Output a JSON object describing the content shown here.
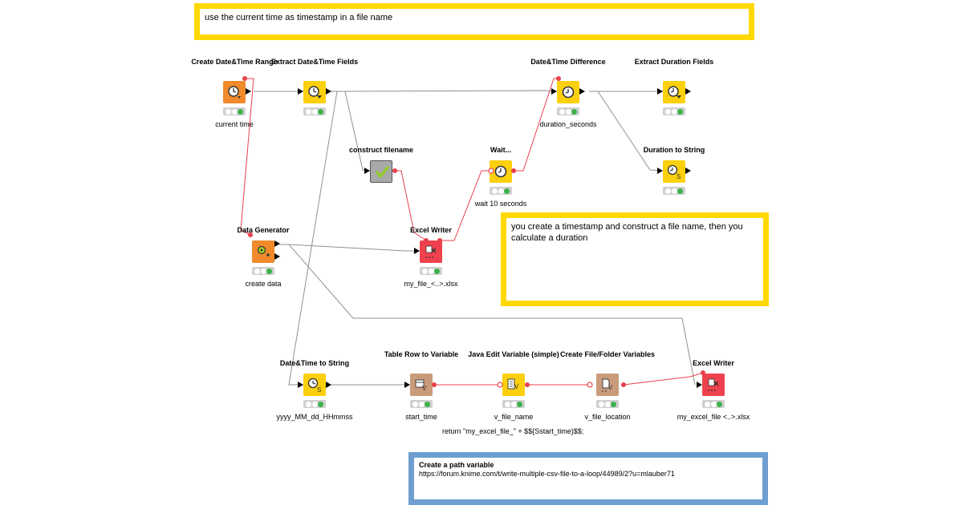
{
  "annotations": {
    "top": "use the current time as timestamp in a file name",
    "middle": "you create a timestamp and construct a file name, then you calculate a duration",
    "bottom_title": "Create a path variable",
    "bottom_url": "https://forum.knime.com/t/write-multiple-csv-file-to-a-loop/44989/2?u=mlauber71"
  },
  "nodes": {
    "create_datetime_range": {
      "title": "Create Date&Time Range",
      "desc": "current time"
    },
    "extract_datetime_fields": {
      "title": "Extract Date&Time Fields",
      "desc": ""
    },
    "datetime_difference": {
      "title": "Date&Time Difference",
      "desc": "duration_seconds"
    },
    "extract_duration_fields": {
      "title": "Extract Duration Fields",
      "desc": ""
    },
    "construct_filename": {
      "title": "construct filename",
      "desc": ""
    },
    "wait": {
      "title": "Wait...",
      "desc": "wait 10 seconds"
    },
    "duration_to_string": {
      "title": "Duration to String",
      "desc": ""
    },
    "data_generator": {
      "title": "Data Generator",
      "desc": "create data"
    },
    "excel_writer_1": {
      "title": "Excel Writer",
      "desc": "my_file_<..>.xlsx"
    },
    "datetime_to_string": {
      "title": "Date&Time to String",
      "desc": "yyyy_MM_dd_HHmmss"
    },
    "table_row_to_variable": {
      "title": "Table Row to Variable",
      "desc": "start_time"
    },
    "java_edit_variable": {
      "title": "Java Edit Variable (simple)",
      "desc": "v_file_name"
    },
    "create_file_folder_variables": {
      "title": "Create File/Folder Variables",
      "desc": "v_file_location"
    },
    "excel_writer_2": {
      "title": "Excel Writer",
      "desc": "my_excel_file <..>.xlsx"
    }
  },
  "code_snippet": "return \"my_excel_file_\" + $${Sstart_time}$$;",
  "colors": {
    "annotation_yellow": "#ffd800",
    "annotation_blue": "#6e9fd0",
    "manipulator_yellow": "#fcd00c",
    "source_orange": "#f08a2b",
    "sink_red": "#f0424e",
    "flow_tan": "#c99b7b",
    "metanode_gray": "#a9a9a9",
    "status_green": "#3bb24c",
    "variable_line_red": "#e8414d",
    "data_line_gray": "#909090"
  }
}
